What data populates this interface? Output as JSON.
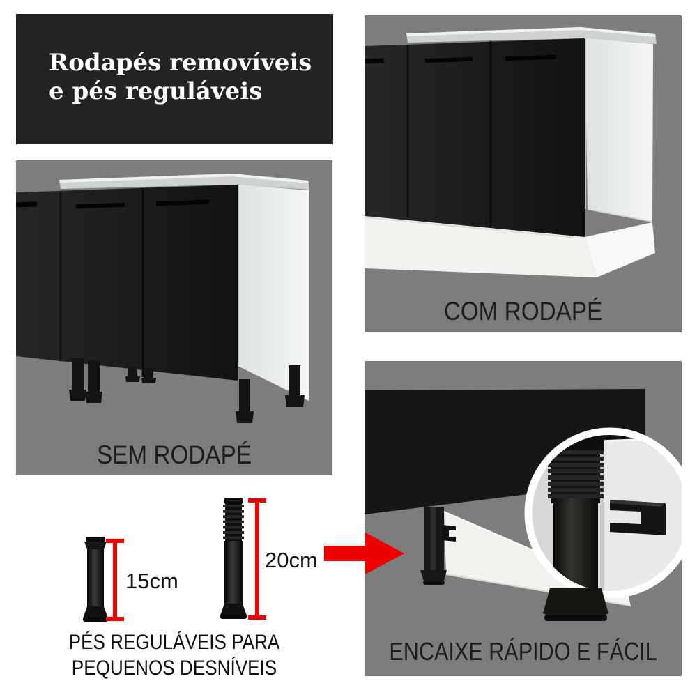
{
  "title": {
    "line1": "Rodapés removíveis",
    "line2": "e pés reguláveis"
  },
  "panels": {
    "com_rodape": {
      "caption": "COM RODAPÉ"
    },
    "sem_rodape": {
      "caption": "SEM RODAPÉ"
    },
    "encaixe": {
      "caption": "ENCAIXE RÁPIDO E FÁCIL"
    }
  },
  "feet": {
    "short_label": "15cm",
    "tall_label": "20cm",
    "caption_line1": "PÉS REGULÁVEIS PARA",
    "caption_line2": "PEQUENOS DESNÍVEIS"
  },
  "colors": {
    "accent_red": "#f10000",
    "panel_gray": "#7d7d7d",
    "title_bg": "#212422",
    "door_black": "#1a1a1a",
    "plinth_white": "#f2f2ef"
  }
}
